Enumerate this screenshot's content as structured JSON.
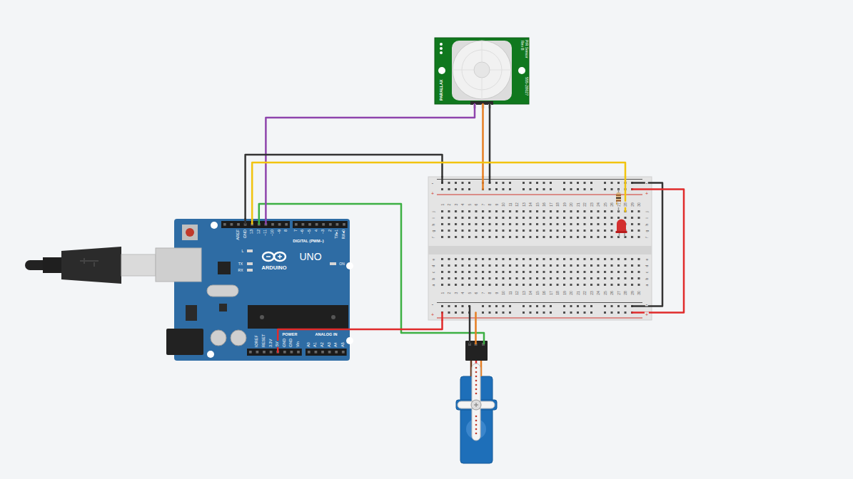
{
  "diagram": {
    "nodes": [
      {
        "text": [
          "PIR Sensor",
          "Rev B",
          "555-28027",
          "PARALLAX"
        ]
      },
      {
        "text": [
          "AREF",
          "GND",
          "13",
          "12",
          "~11",
          "~10",
          "~9",
          "8",
          "7",
          "~6",
          "~5",
          "4",
          "~3",
          "2",
          "TX▸1",
          "RX◂0",
          "DIGITAL (PWM~)",
          "L",
          "TX",
          "RX",
          "UNO",
          "ARDUINO",
          "ON",
          "IOREF",
          "RESET",
          "3.3V",
          "5V",
          "GND",
          "GND",
          "Vin",
          "POWER",
          "ANALOG IN",
          "A0",
          "A1",
          "A2",
          "A3",
          "A4",
          "A5"
        ]
      },
      {
        "text": [
          "-",
          "+",
          "-",
          "+",
          "1",
          "2",
          "3",
          "4",
          "5",
          "6",
          "7",
          "8",
          "9",
          "10",
          "11",
          "12",
          "13",
          "14",
          "15",
          "16",
          "17",
          "18",
          "19",
          "20",
          "21",
          "22",
          "23",
          "24",
          "25",
          "26",
          "27",
          "28",
          "29",
          "30",
          "j",
          "i",
          "h",
          "g",
          "f",
          "j",
          "i",
          "h",
          "g",
          "f",
          "e",
          "d",
          "c",
          "b",
          "a",
          "e",
          "d",
          "c",
          "b",
          "a",
          "1",
          "2",
          "3",
          "4",
          "5",
          "6",
          "7",
          "8",
          "9",
          "10",
          "11",
          "12",
          "13",
          "14",
          "15",
          "16",
          "17",
          "18",
          "19",
          "20",
          "21",
          "22",
          "23",
          "24",
          "25",
          "26",
          "27",
          "28",
          "29",
          "30",
          "-",
          "+",
          "-",
          "+"
        ]
      }
    ],
    "edges": [
      {
        "from": 0,
        "to": 1,
        "arrow": "none"
      },
      {
        "from": 0,
        "to": 2,
        "arrow": "none"
      },
      {
        "from": 0,
        "to": 2,
        "arrow": "none"
      },
      {
        "from": 1,
        "to": 2,
        "arrow": "none"
      },
      {
        "from": 1,
        "to": 2,
        "arrow": "none"
      },
      {
        "from": 1,
        "to": 2,
        "arrow": "none"
      }
    ]
  }
}
